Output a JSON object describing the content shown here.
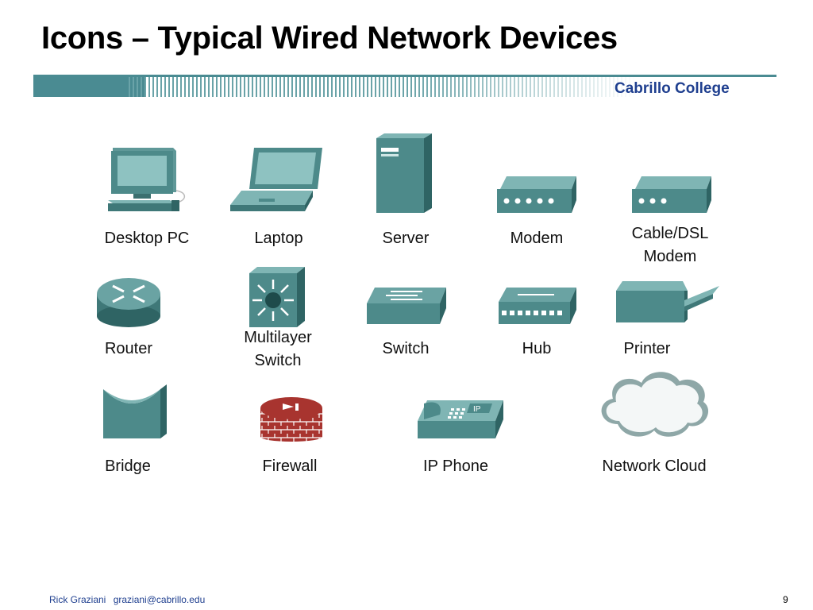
{
  "slide": {
    "title": "Icons – Typical Wired Network Devices",
    "brand": "Cabrillo College"
  },
  "devices": {
    "desktop_pc": "Desktop PC",
    "laptop": "Laptop",
    "server": "Server",
    "modem": "Modem",
    "cable_dsl_modem": "Cable/DSL\nModem",
    "router": "Router",
    "multilayer_switch": "Multilayer\nSwitch",
    "switch": "Switch",
    "hub": "Hub",
    "printer": "Printer",
    "bridge": "Bridge",
    "firewall": "Firewall",
    "ip_phone": "IP Phone",
    "network_cloud": "Network Cloud"
  },
  "icon_text": {
    "ip_phone_badge": "IP"
  },
  "footer": {
    "author": "Rick Graziani",
    "email": "graziani@cabrillo.edu",
    "page_number": "9"
  },
  "colors": {
    "device_teal": "#4d8a8a",
    "device_light": "#7fb5b4",
    "device_dark": "#2f6464",
    "brand_blue": "#1f3f8f",
    "firewall_brick": "#a8342f"
  }
}
